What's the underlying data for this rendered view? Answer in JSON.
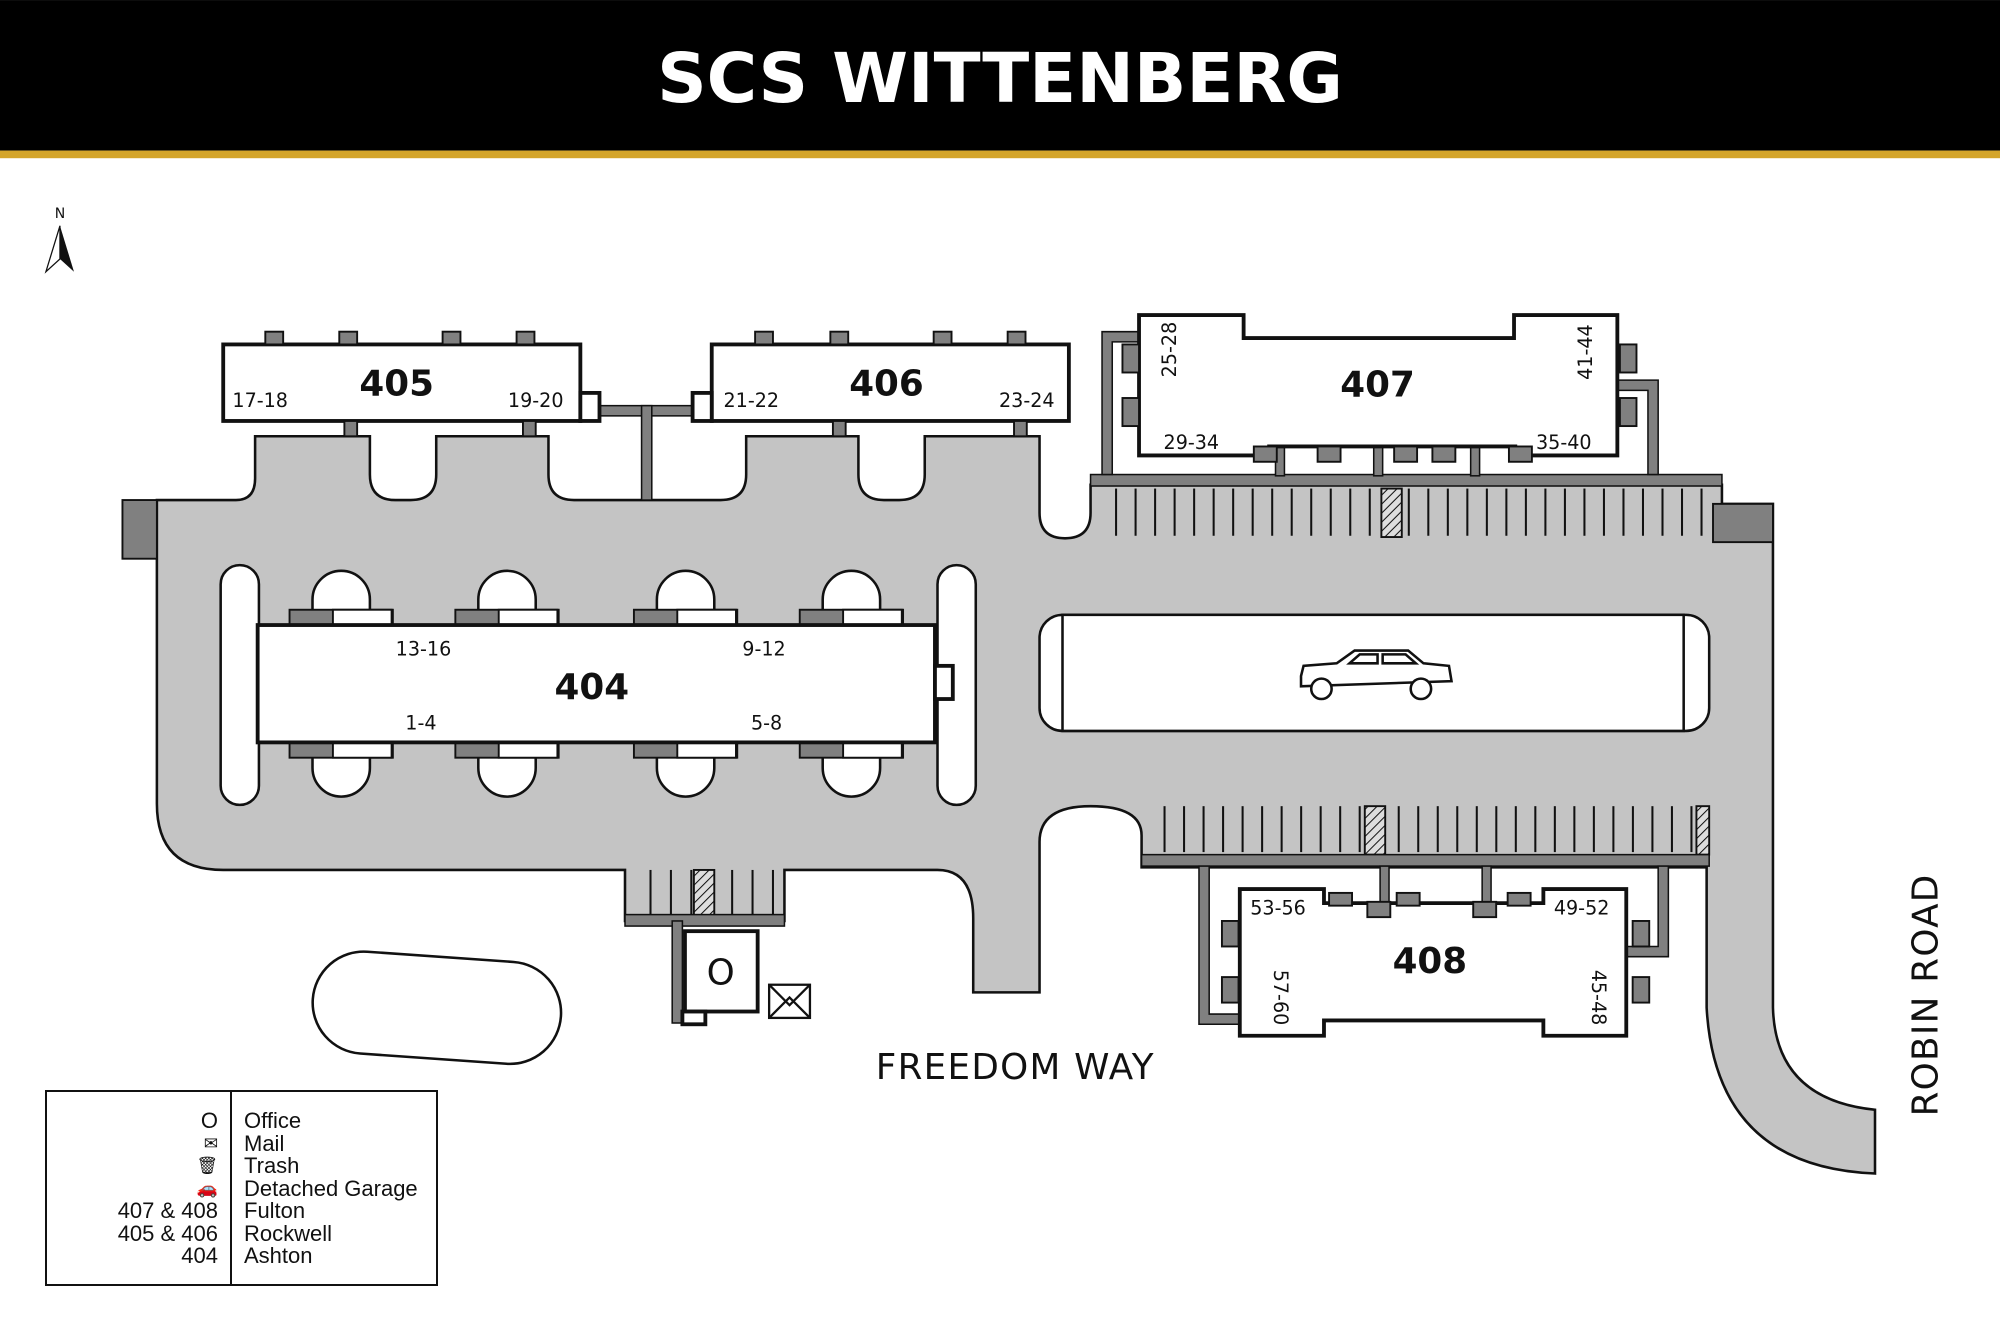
{
  "header": {
    "title": "SCS WITTENBERG",
    "bg_color": "#000000",
    "accent_color": "#d4a52a"
  },
  "compass": {
    "label": "N"
  },
  "buildings": {
    "b404": {
      "number": "404",
      "units": [
        "13-16",
        "9-12",
        "1-4",
        "5-8"
      ]
    },
    "b405": {
      "number": "405",
      "units": [
        "17-18",
        "19-20"
      ]
    },
    "b406": {
      "number": "406",
      "units": [
        "21-22",
        "23-24"
      ]
    },
    "b407": {
      "number": "407",
      "units": [
        "25-28",
        "41-44",
        "29-34",
        "35-40"
      ]
    },
    "b408": {
      "number": "408",
      "units": [
        "53-56",
        "49-52",
        "57-60",
        "45-48"
      ]
    }
  },
  "office": {
    "symbol": "O"
  },
  "streets": {
    "freedom": "FREEDOM WAY",
    "robin": "ROBIN ROAD"
  },
  "legend": {
    "rows": [
      {
        "key": "O",
        "value": "Office"
      },
      {
        "key": "mail-icon",
        "value": "Mail"
      },
      {
        "key": "trash-icon",
        "value": "Trash"
      },
      {
        "key": "car-icon",
        "value": "Detached Garage"
      },
      {
        "key": "407 & 408",
        "value": "Fulton"
      },
      {
        "key": "405 & 406",
        "value": "Rockwell"
      },
      {
        "key": "404",
        "value": "Ashton"
      }
    ]
  }
}
